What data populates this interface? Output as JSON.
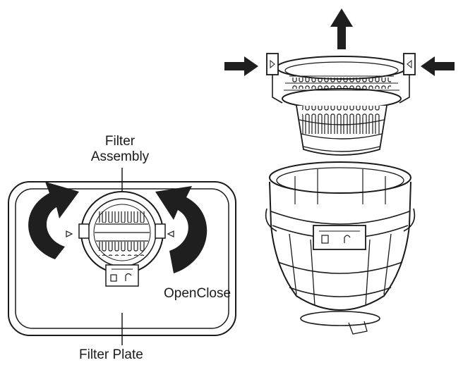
{
  "labels": {
    "filter_assembly_line1": "Filter",
    "filter_assembly_line2": "Assembly",
    "open_close": "OpenClose",
    "filter_plate": "Filter Plate"
  },
  "colors": {
    "ink": "#1a1a1a",
    "arrow_fill": "#1f1f1f",
    "background": "#ffffff"
  },
  "icons": {
    "rotate_open": "curved-arrow-left-icon",
    "rotate_close": "curved-arrow-right-icon",
    "lift": "arrow-up-icon",
    "squeeze_left": "arrow-right-icon",
    "squeeze_right": "arrow-left-icon"
  }
}
